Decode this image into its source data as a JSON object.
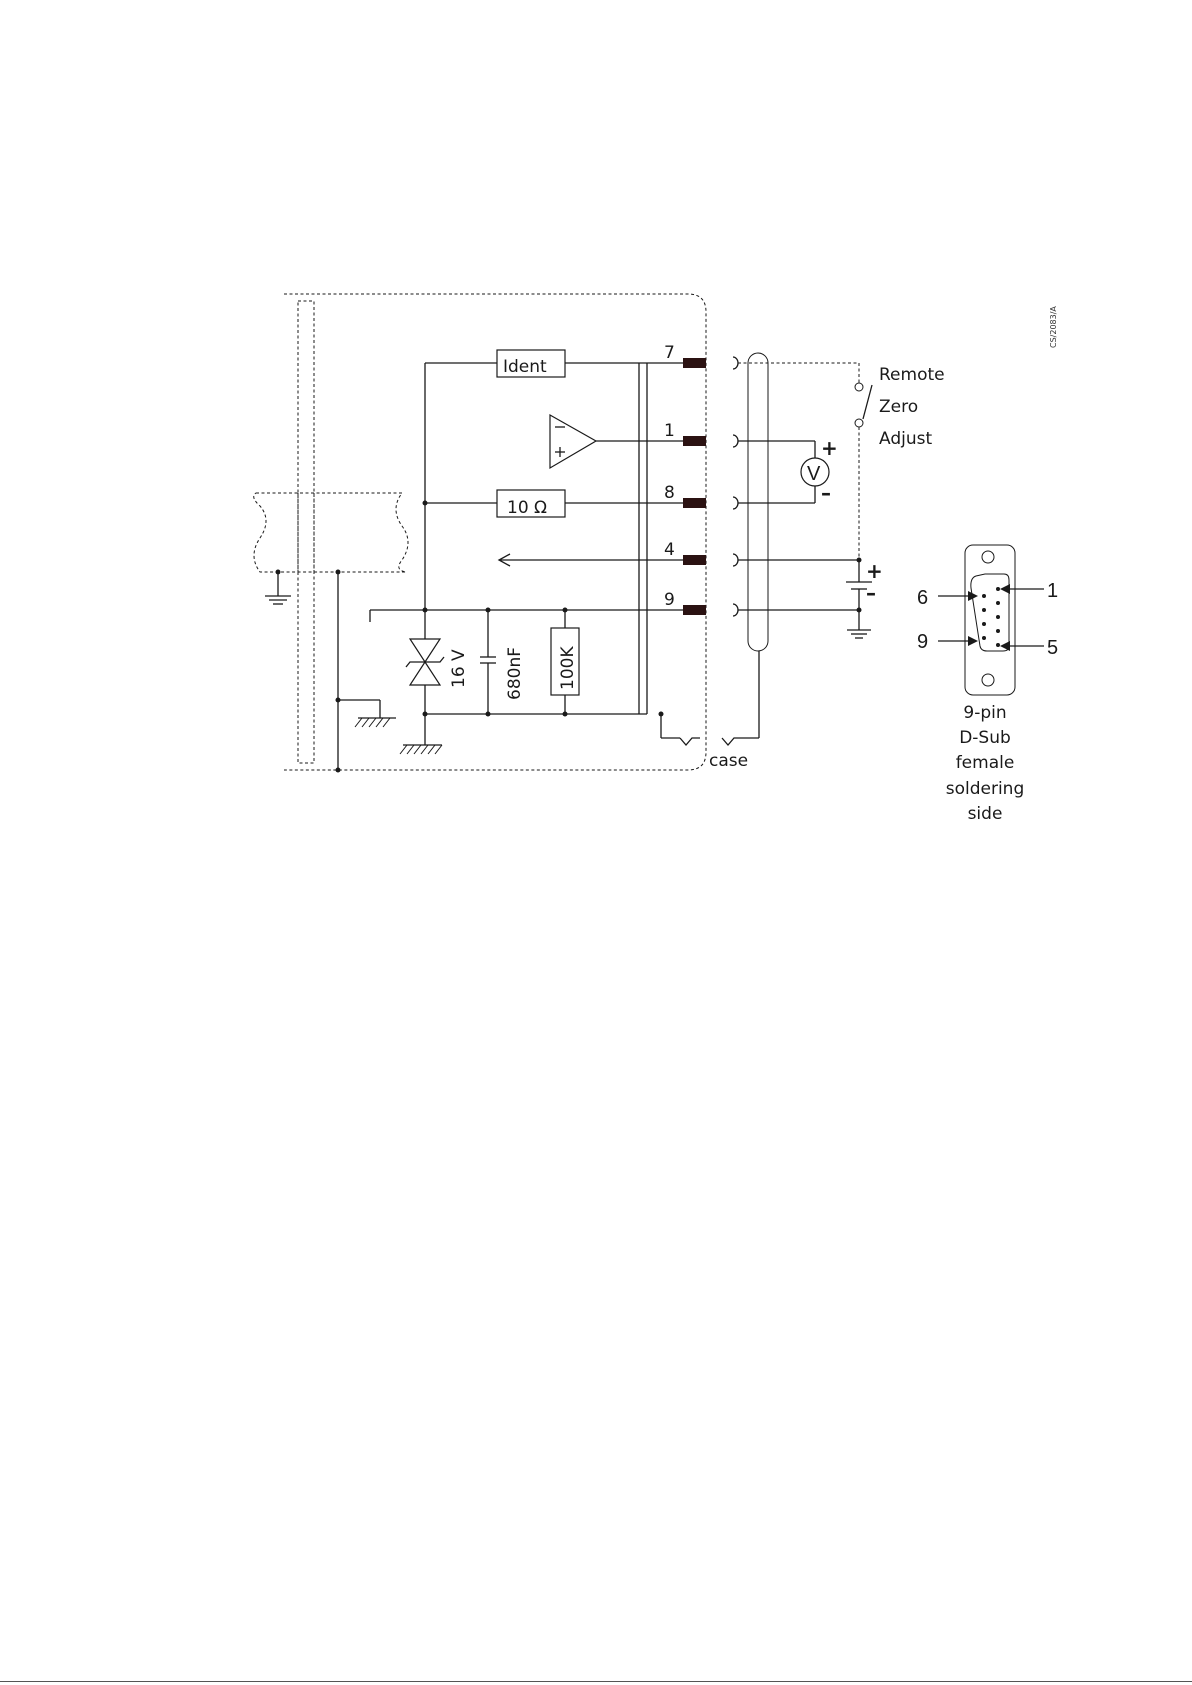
{
  "drawing_code": "CS/2083/A",
  "components": {
    "ident": "Ident",
    "resistor_10": "10  Ω",
    "zener": "16 V",
    "capacitor": "680nF",
    "resistor_100k": "100K",
    "voltmeter": "V"
  },
  "pins": [
    "7",
    "1",
    "8",
    "4",
    "9"
  ],
  "labels": {
    "remote": "Remote",
    "zero": "Zero",
    "adjust": "Adjust",
    "case": "case",
    "plus": "+",
    "minus": "–"
  },
  "connector": {
    "pins": [
      "6",
      "1",
      "9",
      "5"
    ],
    "caption": [
      "9-pin",
      "D-Sub",
      "female",
      "soldering",
      "side"
    ]
  }
}
